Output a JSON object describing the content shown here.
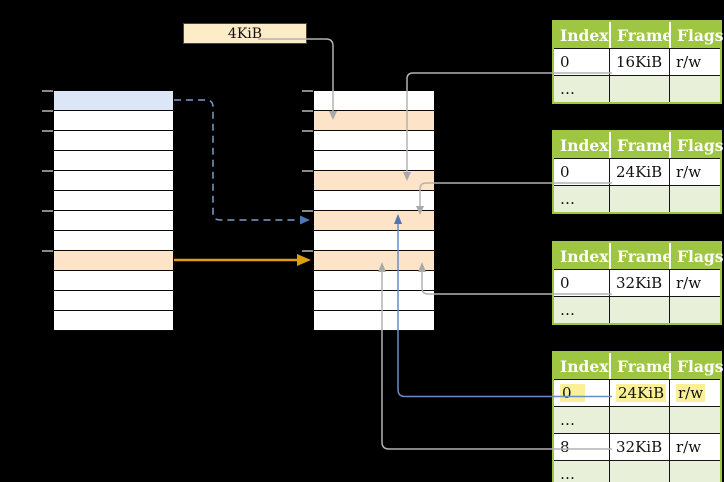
{
  "page_size_label": "4KiB",
  "colors": {
    "background": "#000000",
    "connector_gray": "#b3b3b3",
    "arrow_gray": "#a9a9a9",
    "connector_blue_dashed": "#7e9ccb",
    "connector_blue": "#6b8cc4",
    "arrow_blue": "#4d76b3",
    "connector_orange": "#dd9e13",
    "row_blue": "#dbe7f7",
    "row_orange": "#fde3c8",
    "table_header_green": "#9fc642",
    "table_row_green": "#e8f0d9",
    "highlight_yellow": "#fbf098"
  },
  "virtual_memory": {
    "rows": [
      "blue",
      "white",
      "white",
      "white",
      "white",
      "white",
      "white",
      "white",
      "orange",
      "white",
      "white",
      "white"
    ],
    "tick_row_indices": [
      0,
      1,
      2,
      4,
      6,
      8
    ]
  },
  "physical_memory": {
    "rows": [
      "white",
      "orange",
      "white",
      "white",
      "orange",
      "white",
      "orange",
      "white",
      "orange",
      "white",
      "white",
      "white"
    ],
    "tick_row_indices": [
      0,
      1,
      2,
      4,
      6,
      8
    ]
  },
  "page_tables": [
    {
      "headers": [
        "Index",
        "Frame",
        "Flags"
      ],
      "rows": [
        {
          "cells": [
            "0",
            "16KiB",
            "r/w"
          ],
          "shade": "white",
          "highlighted": false
        },
        {
          "cells": [
            "…",
            "",
            ""
          ],
          "shade": "green",
          "highlighted": false
        }
      ]
    },
    {
      "headers": [
        "Index",
        "Frame",
        "Flags"
      ],
      "rows": [
        {
          "cells": [
            "0",
            "24KiB",
            "r/w"
          ],
          "shade": "white",
          "highlighted": false
        },
        {
          "cells": [
            "…",
            "",
            ""
          ],
          "shade": "green",
          "highlighted": false
        }
      ]
    },
    {
      "headers": [
        "Index",
        "Frame",
        "Flags"
      ],
      "rows": [
        {
          "cells": [
            "0",
            "32KiB",
            "r/w"
          ],
          "shade": "white",
          "highlighted": false
        },
        {
          "cells": [
            "…",
            "",
            ""
          ],
          "shade": "green",
          "highlighted": false
        }
      ]
    },
    {
      "headers": [
        "Index",
        "Frame",
        "Flags"
      ],
      "rows": [
        {
          "cells": [
            "0",
            "24KiB",
            "r/w"
          ],
          "shade": "white",
          "highlighted": true
        },
        {
          "cells": [
            "…",
            "",
            ""
          ],
          "shade": "green",
          "highlighted": false
        },
        {
          "cells": [
            "8",
            "32KiB",
            "r/w"
          ],
          "shade": "white",
          "highlighted": false
        },
        {
          "cells": [
            "…",
            "",
            ""
          ],
          "shade": "green",
          "highlighted": false
        }
      ]
    }
  ]
}
